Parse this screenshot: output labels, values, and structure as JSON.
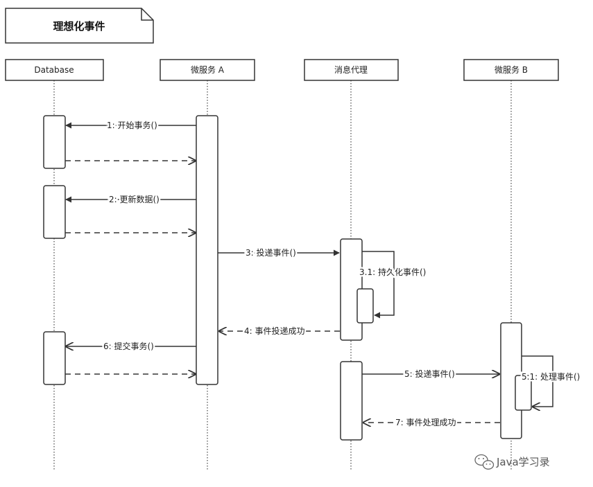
{
  "diagram": {
    "title": "理想化事件",
    "participants": [
      "Database",
      "微服务 A",
      "消息代理",
      "微服务 B"
    ],
    "messages": [
      {
        "label": "1: 开始事务()"
      },
      {
        "label": "2: 更新数据()"
      },
      {
        "label": "3: 投递事件()"
      },
      {
        "label": "3.1: 持久化事件()"
      },
      {
        "label": "4: 事件投递成功"
      },
      {
        "label": "6: 提交事务()"
      },
      {
        "label": "5: 投递事件()"
      },
      {
        "label": "5.1: 处理事件()"
      },
      {
        "label": "7: 事件处理成功"
      }
    ]
  },
  "watermark": {
    "text": "Java学习录",
    "icon": "wechat-icon"
  }
}
